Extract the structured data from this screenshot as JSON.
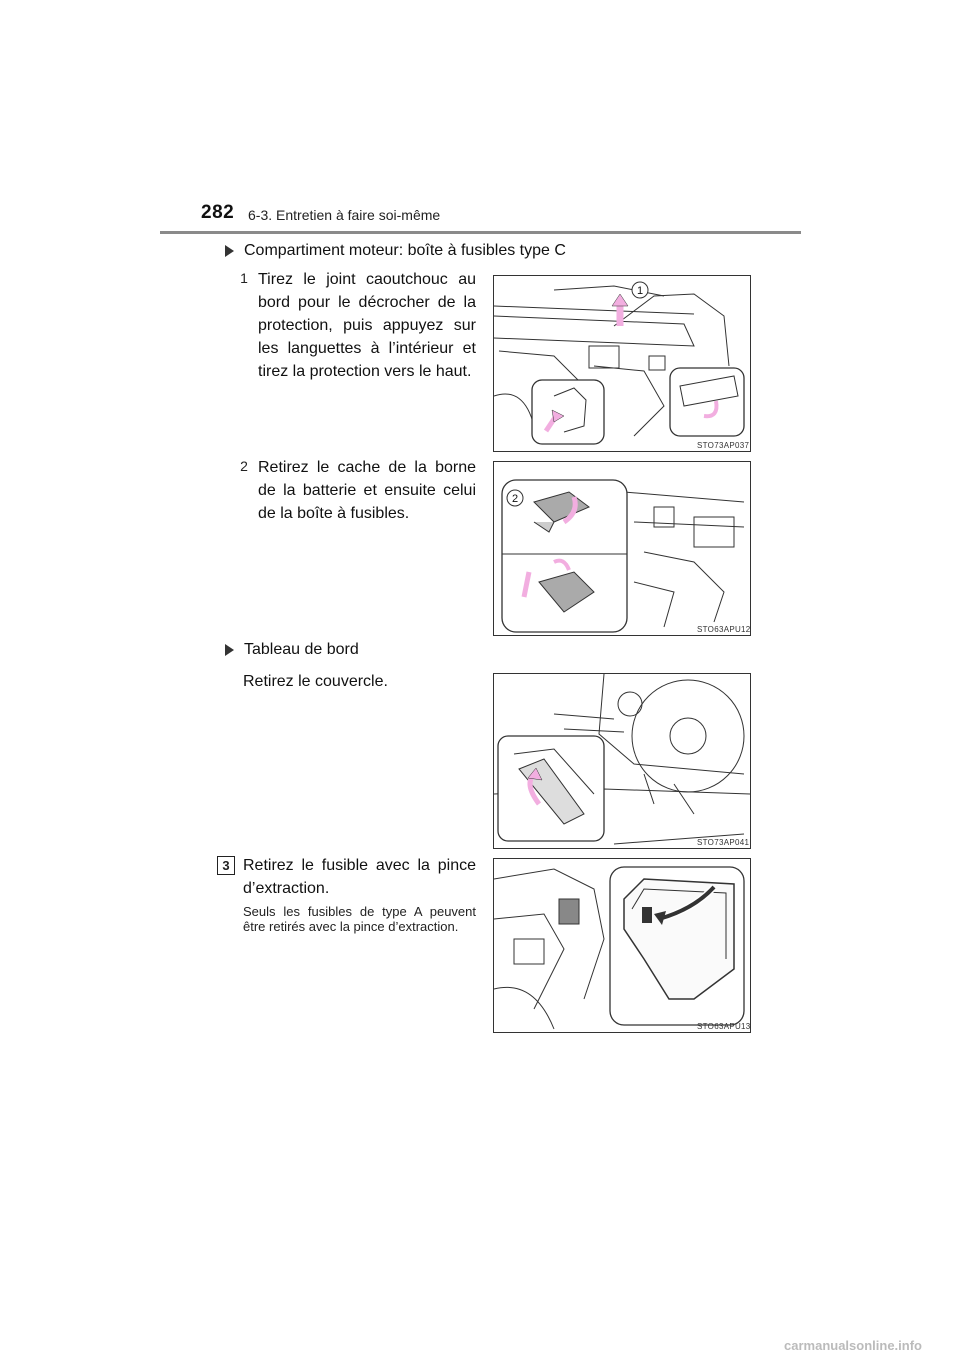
{
  "header": {
    "page_number": "282",
    "section_title": "6-3. Entretien à faire soi-même"
  },
  "sections": {
    "engine_heading": "Compartiment moteur: boîte à fusibles type C",
    "dash_heading": "Tableau de bord"
  },
  "steps": {
    "step1": {
      "number": "1",
      "text": "Tirez le joint caoutchouc au bord pour le décrocher de la protection, puis appuyez sur les languettes à l’intérieur et tirez la protection vers le haut."
    },
    "step2": {
      "number": "2",
      "text": "Retirez le cache de la borne de la batterie et ensuite celui de la boîte à fusibles."
    },
    "dash_step": {
      "text": "Retirez le couvercle."
    },
    "step3": {
      "number": "3",
      "text": "Retirez le fusible avec la pince d’extraction.",
      "note": "Seuls les fusibles de type A peuvent être retirés avec la pince d’extraction."
    }
  },
  "figures": {
    "fig1": {
      "code": "STO73AP037",
      "callout": "1"
    },
    "fig2": {
      "code": "STO63APU12",
      "callout": "2"
    },
    "fig3": {
      "code": "STO73AP041"
    },
    "fig4": {
      "code": "STO63APU13"
    }
  },
  "footer": {
    "watermark": "carmanualsonline.info"
  },
  "colors": {
    "arrow": "#f2aee0",
    "line": "#333333",
    "rule": "#8a8a8a"
  }
}
